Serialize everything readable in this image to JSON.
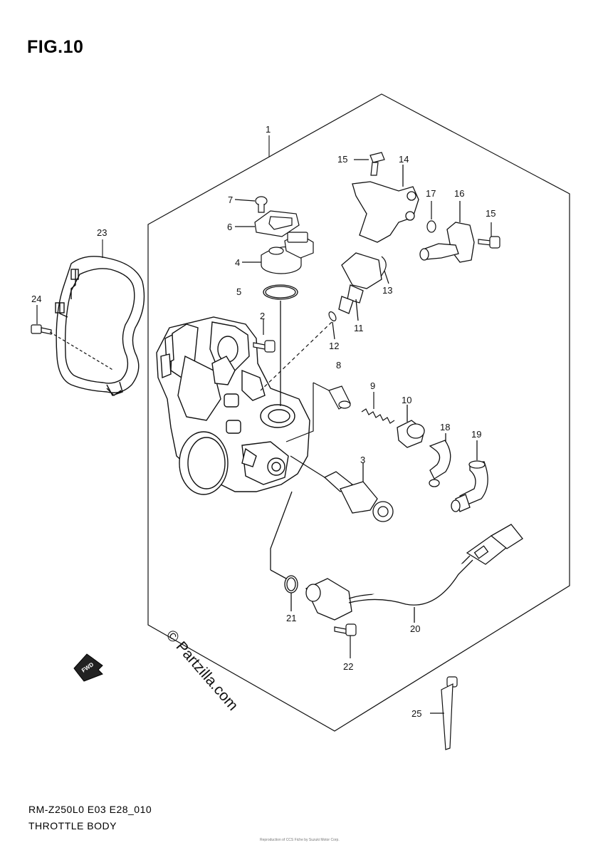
{
  "figure": {
    "title": "FIG.10",
    "model_code": "RM-Z250L0 E03 E28_010",
    "assembly_name": "THROTTLE BODY",
    "fwd_label": "FWD",
    "watermark": "© Partzilla.com",
    "tiny_print": "Reproduction of CCS Fiche by Suzuki Motor Corp."
  },
  "callouts": {
    "c1": "1",
    "c2": "2",
    "c3": "3",
    "c4": "4",
    "c5": "5",
    "c6": "6",
    "c7": "7",
    "c8": "8",
    "c9": "9",
    "c10": "10",
    "c11": "11",
    "c12": "12",
    "c13": "13",
    "c14": "14",
    "c15a": "15",
    "c15b": "15",
    "c16": "16",
    "c17": "17",
    "c18": "18",
    "c19": "19",
    "c20": "20",
    "c21": "21",
    "c22": "22",
    "c23": "23",
    "c24": "24",
    "c25": "25"
  }
}
